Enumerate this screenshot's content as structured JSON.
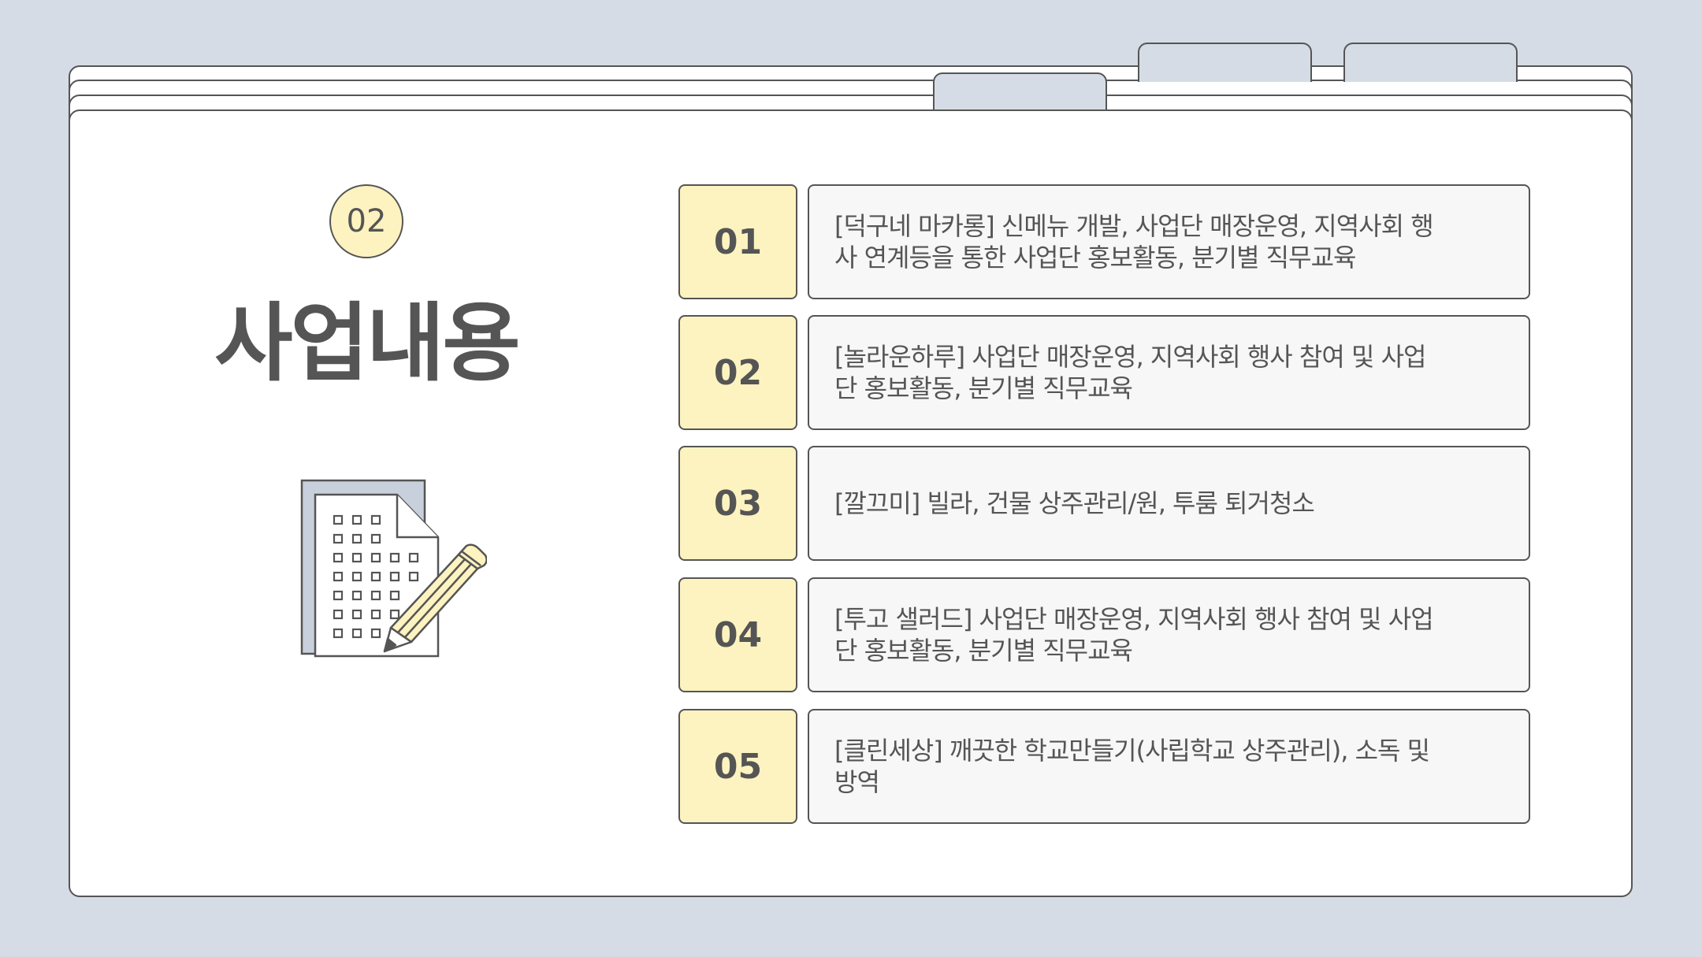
{
  "slide": {
    "section_number": "02",
    "title": "사업내용",
    "document_icon": "document-pencil-icon"
  },
  "items": [
    {
      "number": "01",
      "text": "[덕구네 마카롱] 신메뉴 개발, 사업단 매장운영, 지역사회 행사 연계등을 통한 사업단 홍보활동, 분기별 직무교육"
    },
    {
      "number": "02",
      "text": "[놀라운하루] 사업단 매장운영, 지역사회 행사 참여 및 사업단 홍보활동, 분기별 직무교육"
    },
    {
      "number": "03",
      "text": "[깔끄미] 빌라, 건물 상주관리/원, 투룸 퇴거청소"
    },
    {
      "number": "04",
      "text": "[투고 샐러드] 사업단 매장운영, 지역사회 행사 참여 및 사업단 홍보활동, 분기별 직무교육"
    },
    {
      "number": "05",
      "text": "[클린세상] 깨끗한 학교만들기(사립학교 상주관리), 소독 및 방역"
    }
  ],
  "colors": {
    "background": "#d5dce5",
    "card": "#ffffff",
    "accent_yellow": "#fdf3c0",
    "outline": "#555555",
    "text_box": "#f7f7f7"
  }
}
